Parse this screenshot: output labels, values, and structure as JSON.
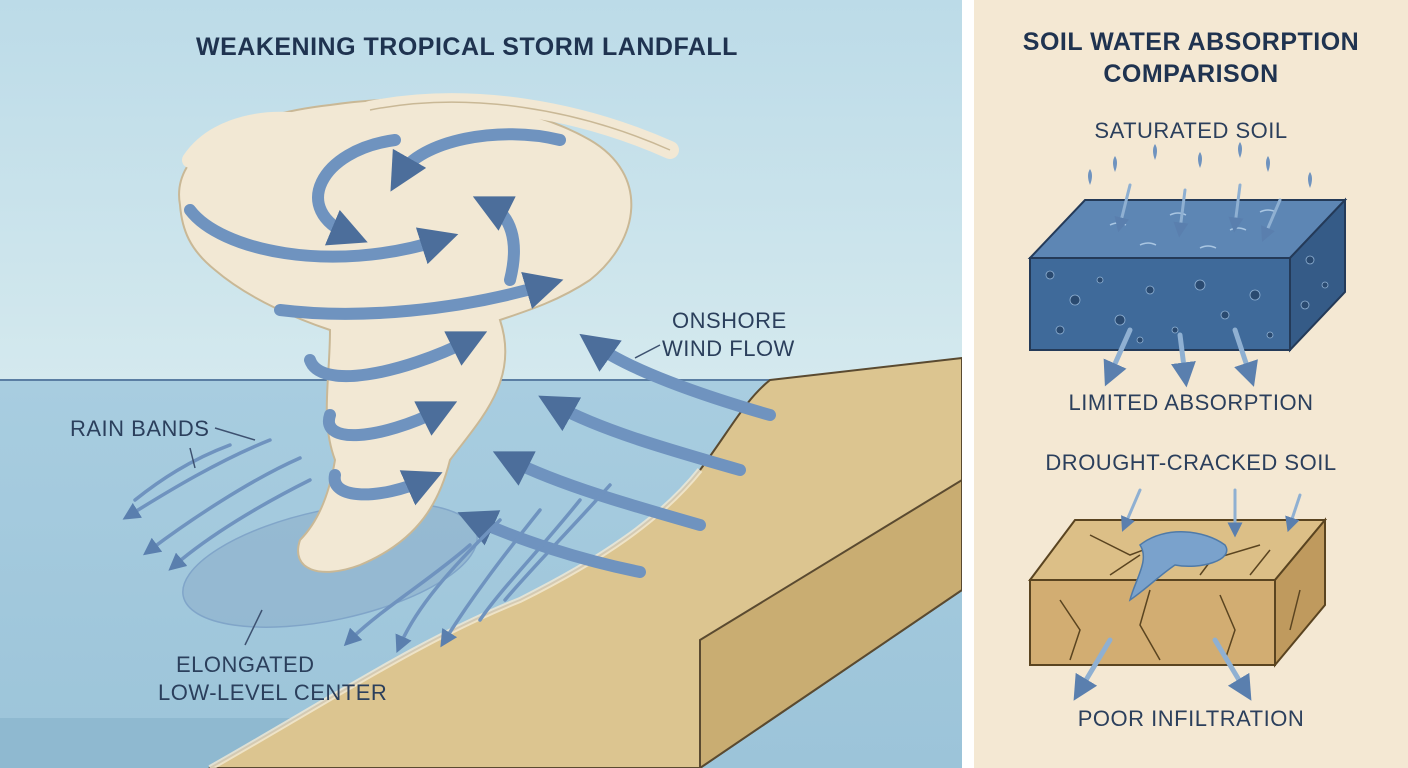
{
  "left_panel": {
    "title": "WEAKENING TROPICAL STORM LANDFALL",
    "labels": {
      "rain_bands": "RAIN BANDS",
      "onshore_line1": "ONSHORE",
      "onshore_line2": "WIND FLOW",
      "center_line1": "ELONGATED",
      "center_line2": "LOW-LEVEL CENTER"
    }
  },
  "right_panel": {
    "title_line1": "SOIL WATER ABSORPTION",
    "title_line2": "COMPARISON",
    "saturated": {
      "heading": "SATURATED SOIL",
      "caption": "LIMITED ABSORPTION"
    },
    "drought": {
      "heading": "DROUGHT-CRACKED SOIL",
      "caption": "POOR INFILTRATION"
    }
  },
  "colors": {
    "sky": "#c4e0ea",
    "sea": "#a9cfdf",
    "sand": "#dbc48f",
    "cloud": "#f1e6d2",
    "arrow": "#6f93bf",
    "panel_bg": "#f4e7d2",
    "soil_blue": "#4f7aa8",
    "soil_dry": "#d6b47c"
  }
}
